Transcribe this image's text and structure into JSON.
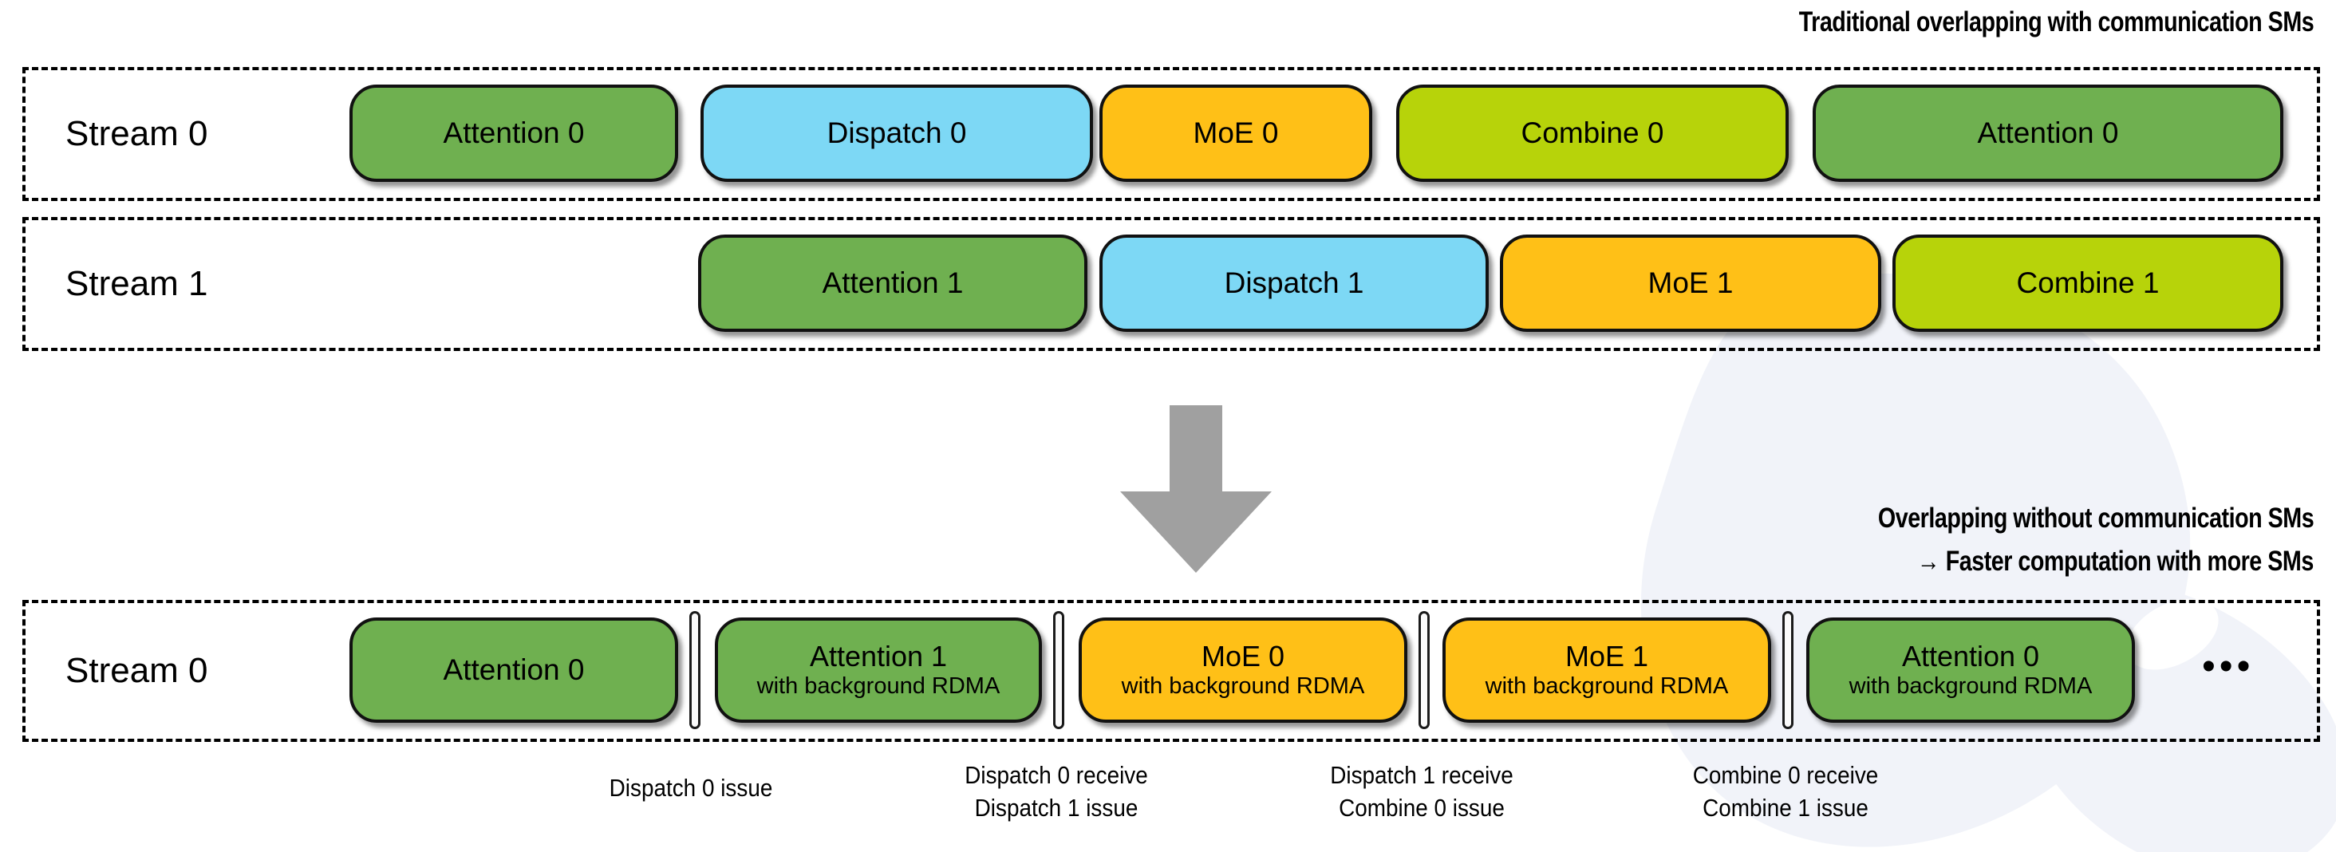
{
  "headings": {
    "top": "Traditional overlapping with communication SMs",
    "bottom_line1": "Overlapping without communication SMs",
    "bottom_line2": "→ Faster computation with more SMs"
  },
  "colors": {
    "attention": "#6FB050",
    "dispatch": "#7DD8F5",
    "moe": "#FFC017",
    "combine": "#B7D30A",
    "arrow": "#A0A0A0",
    "border": "#111111",
    "watermark": "#F2F4FA"
  },
  "streams": [
    {
      "label": "Stream 0",
      "boxes": [
        {
          "title": "Attention 0",
          "subtitle": "",
          "color": "attention"
        },
        {
          "title": "Dispatch 0",
          "subtitle": "",
          "color": "dispatch"
        },
        {
          "title": "MoE 0",
          "subtitle": "",
          "color": "moe"
        },
        {
          "title": "Combine 0",
          "subtitle": "",
          "color": "combine"
        },
        {
          "title": "Attention 0",
          "subtitle": "",
          "color": "attention"
        }
      ]
    },
    {
      "label": "Stream 1",
      "boxes": [
        {
          "title": "Attention 1",
          "subtitle": "",
          "color": "attention"
        },
        {
          "title": "Dispatch 1",
          "subtitle": "",
          "color": "dispatch"
        },
        {
          "title": "MoE 1",
          "subtitle": "",
          "color": "moe"
        },
        {
          "title": "Combine 1",
          "subtitle": "",
          "color": "combine"
        }
      ]
    }
  ],
  "fused_stream": {
    "label": "Stream 0",
    "ellipsis": "•••",
    "boxes": [
      {
        "title": "Attention 0",
        "subtitle": "",
        "color": "attention"
      },
      {
        "title": "Attention 1",
        "subtitle": "with background RDMA",
        "color": "attention"
      },
      {
        "title": "MoE 0",
        "subtitle": "with background RDMA",
        "color": "moe"
      },
      {
        "title": "MoE 1",
        "subtitle": "with background RDMA",
        "color": "moe"
      },
      {
        "title": "Attention 0",
        "subtitle": "with background RDMA",
        "color": "attention"
      }
    ]
  },
  "captions": [
    {
      "line1": "Dispatch 0 issue",
      "line2": ""
    },
    {
      "line1": "Dispatch 0 receive",
      "line2": "Dispatch 1 issue"
    },
    {
      "line1": "Dispatch 1 receive",
      "line2": "Combine 0 issue"
    },
    {
      "line1": "Combine 0 receive",
      "line2": "Combine 1 issue"
    }
  ]
}
